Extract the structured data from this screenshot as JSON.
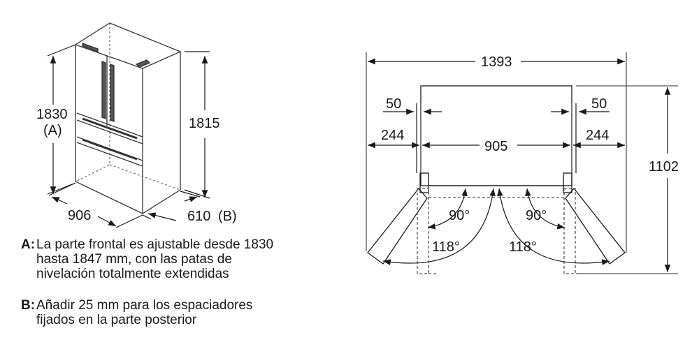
{
  "iso_view": {
    "height_total": "1830",
    "height_total_note": "(A)",
    "height_body": "1815",
    "width": "906",
    "depth": "610",
    "depth_note": "(B)"
  },
  "plan_view": {
    "overall_width": "1393",
    "door_gap_left": "50",
    "door_gap_right": "50",
    "side_clearance_left": "244",
    "body_width": "905",
    "side_clearance_right": "244",
    "overall_depth": "1102",
    "angle_90_left": "90°",
    "angle_90_right": "90°",
    "angle_118_left": "118°",
    "angle_118_right": "118°"
  },
  "notes": [
    {
      "label": "A:",
      "text": "La parte frontal es ajustable desde 1830\nhasta 1847 mm, con las patas de\nnivelación totalmente extendidas"
    },
    {
      "label": "B:",
      "text": "Añadir 25 mm para los espaciadores\nfijados en la parte posterior"
    }
  ]
}
